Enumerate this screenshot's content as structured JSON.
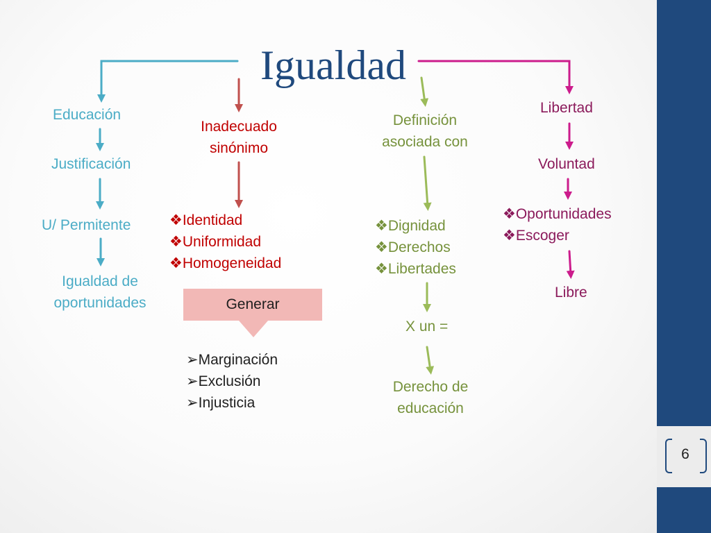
{
  "title": "Igualdad",
  "page_number": "6",
  "colors": {
    "title": "#1f497d",
    "col1": "#4bacc6",
    "col2": "#c0504d",
    "col3": "#9bbb59",
    "col4": "#cc1c8c",
    "sidebar": "#1f497d"
  },
  "col1": {
    "items": [
      "Educación",
      "Justificación",
      "U/ Permitente"
    ],
    "last_line1": "Igualdad de",
    "last_line2": "oportunidades"
  },
  "col2": {
    "head_line1": "Inadecuado",
    "head_line2": "sinónimo",
    "list": [
      "Identidad",
      "Uniformidad",
      "Homogeneidad"
    ],
    "generar": "Generar",
    "results": [
      "Marginación",
      "Exclusión",
      "Injusticia"
    ]
  },
  "col3": {
    "head_line1": "Definición",
    "head_line2": "asociada con",
    "list": [
      "Dignidad",
      "Derechos",
      "Libertades"
    ],
    "equation": "X un =",
    "last_line1": "Derecho de",
    "last_line2": "educación"
  },
  "col4": {
    "items": [
      "Libertad",
      "Voluntad"
    ],
    "list": [
      "Oportunidades",
      "Escoger"
    ],
    "last": "Libre"
  },
  "icons": {
    "diamond_bullet": "❖",
    "arrow_bullet": "➢"
  }
}
